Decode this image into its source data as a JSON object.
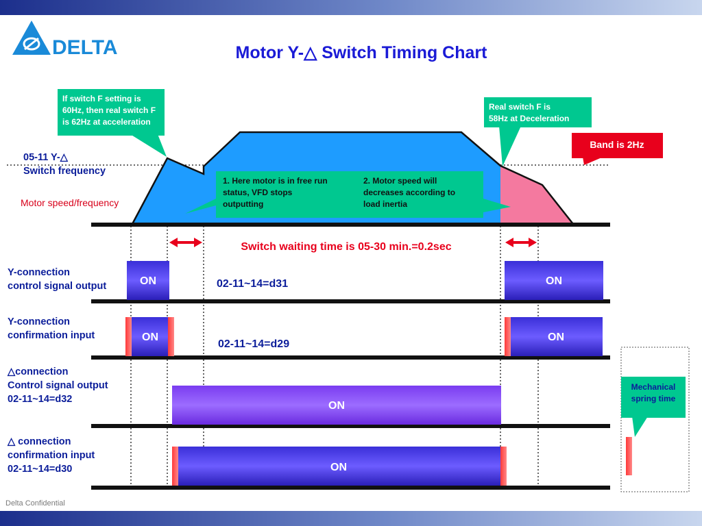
{
  "slide": {
    "title": "Motor Y-△ Switch Timing Chart",
    "brand": "DELTA",
    "footer": "Delta Confidential"
  },
  "labels": {
    "switch_freq": [
      "05-11 Y-△",
      "Switch frequency"
    ],
    "motor_speed": "Motor speed/frequency",
    "y_output": [
      "Y-connection",
      "control signal output"
    ],
    "y_confirm": [
      "Y-connection",
      "confirmation input"
    ],
    "d_output": [
      "△connection",
      "Control signal output",
      "02-11~14=d32"
    ],
    "d_confirm": [
      "△ connection",
      "confirmation input",
      "02-11~14=d30"
    ]
  },
  "callouts": {
    "accel": [
      "If switch F setting is",
      "60Hz, then real switch F",
      "is 62Hz at acceleration"
    ],
    "decel": [
      "Real switch F is",
      "58Hz at Deceleration"
    ],
    "band": "Band is 2Hz",
    "note1": [
      "1.  Here motor is in free run",
      "status, VFD stops",
      "outputting"
    ],
    "note2": [
      "2.  Motor speed will",
      "decreases according to",
      "load inertia"
    ],
    "spring": [
      "Mechanical",
      "spring time"
    ]
  },
  "waiting_time": "Switch waiting time is 05-30 min.=0.2sec",
  "params": {
    "y_output": "02-11~14=d31",
    "y_confirm": "02-11~14=d29"
  },
  "on_label": "ON",
  "colors": {
    "title": "#1a1ad6",
    "label": "#0b1d9a",
    "speed_fill": "#1e9cff",
    "coast_fill": "#f4799f",
    "callout": "#00c890",
    "alert": "#e8001c",
    "bar": "#4a3fe8"
  }
}
